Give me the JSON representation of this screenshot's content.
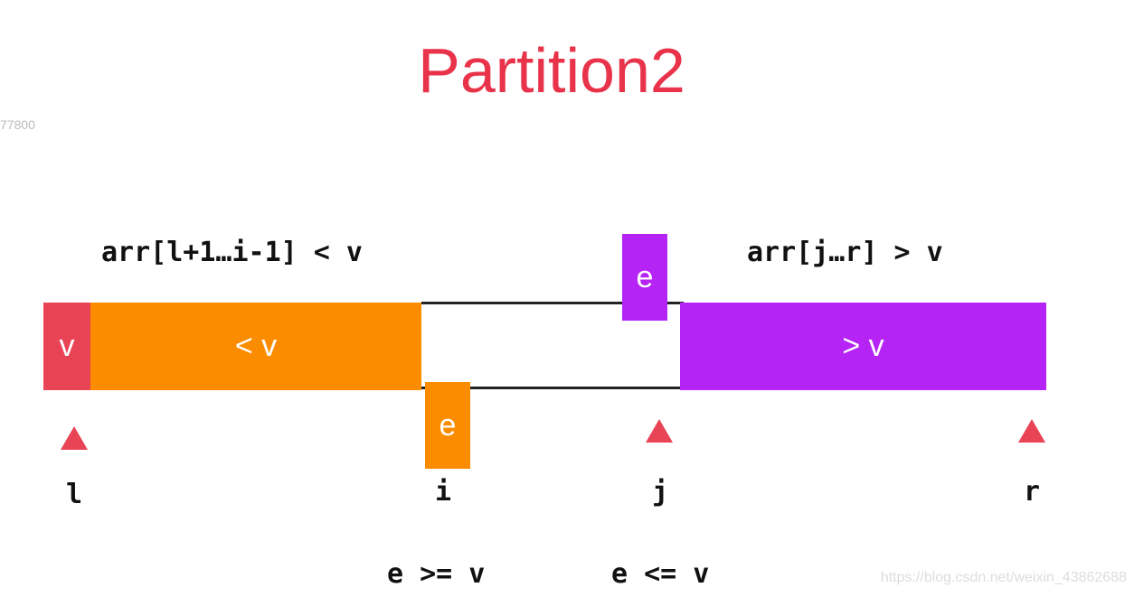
{
  "title": "Partition2",
  "side_text": "77800",
  "watermark": "https://blog.csdn.net/weixin_43862688",
  "labels": {
    "left_range": "arr[l+1…i-1] < v",
    "right_range": "arr[j…r] > v",
    "cond_i": "e >= v",
    "cond_j": "e <= v"
  },
  "blocks": {
    "pivot": "v",
    "less": "< v",
    "greater": "> v",
    "e_i": "e",
    "e_j": "e"
  },
  "pointers": {
    "l": "l",
    "i": "i",
    "j": "j",
    "r": "r"
  },
  "colors": {
    "pivot": "#e84455",
    "less": "#fb8c00",
    "greater": "#b523f5",
    "title": "#e8334a"
  }
}
